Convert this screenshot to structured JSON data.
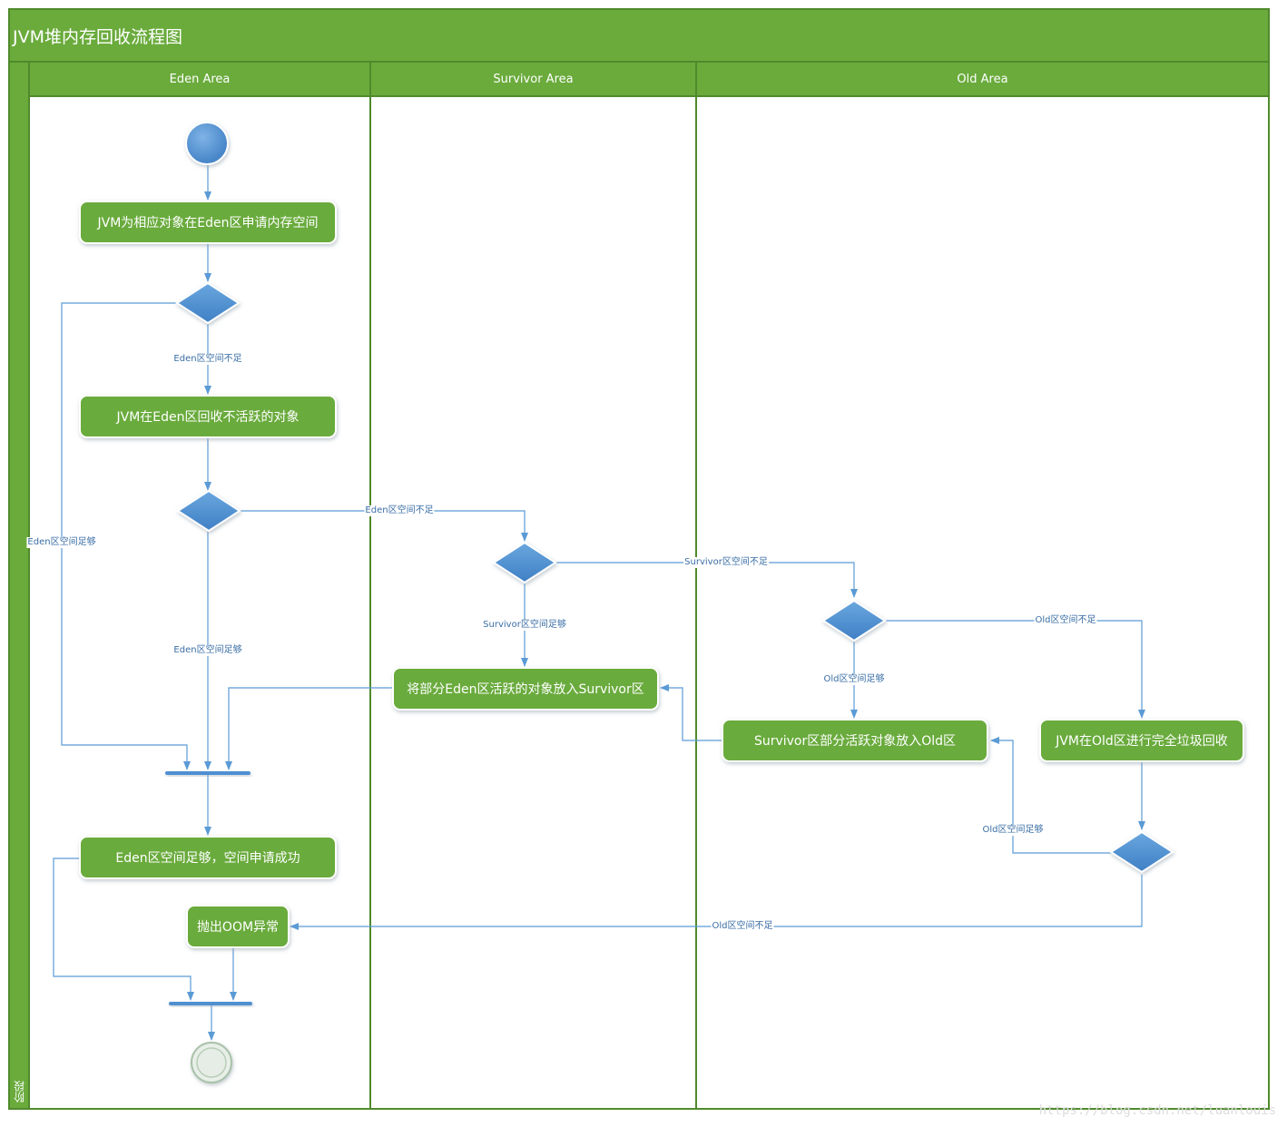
{
  "diagram_title": "JVM堆内存回收流程图",
  "stage_label": "阶段",
  "lanes": [
    {
      "title": "Eden Area"
    },
    {
      "title": "Survivor Area"
    },
    {
      "title": "Old Area"
    }
  ],
  "activities": {
    "eden_request": "JVM为相应对象在Eden区申请内存空间",
    "eden_collect": "JVM在Eden区回收不活跃的对象",
    "eden_success": "Eden区空间足够，空间申请成功",
    "throw_oom": "抛出OOM异常",
    "move_to_survivor": "将部分Eden区活跃的对象放入Survivor区",
    "move_to_old": "Survivor区部分活跃对象放入Old区",
    "old_full_gc": "JVM在Old区进行完全垃圾回收"
  },
  "edge_labels": {
    "eden_insufficient_1": "Eden区空间不足",
    "eden_sufficient_1": "Eden区空间足够",
    "eden_insufficient_2": "Eden区空间不足",
    "eden_sufficient_2": "Eden区空间足够",
    "survivor_sufficient": "Survivor区空间足够",
    "survivor_insufficient": "Survivor区空间不足",
    "old_insufficient_1": "Old区空间不足",
    "old_sufficient_1": "Old区空间足够",
    "old_sufficient_2": "Old区空间足够",
    "old_insufficient_2": "Old区空间不足"
  },
  "watermark": "https://blog.csdn.net/luanlouis",
  "colors": {
    "header_green": "#6aab3c",
    "border_green": "#4f8a2c",
    "activity_green": "#6aab3c",
    "decision_blue": "#5b9bd5",
    "edge_blue": "#5b9bd5",
    "edge_text": "#3a6ea5"
  }
}
